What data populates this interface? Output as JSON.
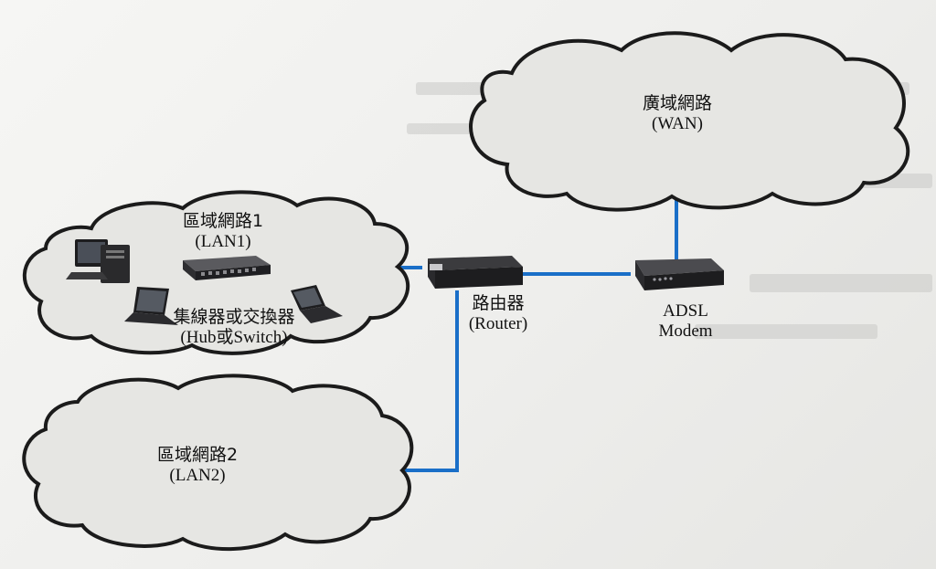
{
  "diagram": {
    "wan": {
      "title": "廣域網路",
      "subtitle": "(WAN)"
    },
    "lan1": {
      "title": "區域網路1",
      "subtitle": "(LAN1)"
    },
    "hub": {
      "title": "集線器或交換器",
      "subtitle": "(Hub或Switch)"
    },
    "router": {
      "title": "路由器",
      "subtitle": "(Router)"
    },
    "modem": {
      "title": "ADSL",
      "subtitle": "Modem"
    },
    "lan2": {
      "title": "區域網路2",
      "subtitle": "(LAN2)"
    }
  },
  "colors": {
    "link": "#1a6fc8",
    "cloud_stroke": "#1b1b1b",
    "cloud_fill": "#e6e6e3",
    "device": "#1d1d1f"
  },
  "icons": [
    "desktop-computer-icon",
    "laptop-icon",
    "switch-icon",
    "router-icon",
    "modem-icon",
    "cloud-icon"
  ]
}
